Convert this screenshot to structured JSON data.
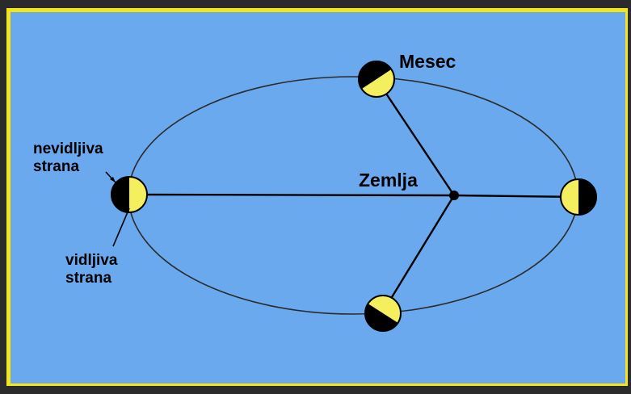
{
  "diagram": {
    "labels": {
      "moon": "Mesec",
      "earth": "Zemlja",
      "far_side_line1": "nevidljiva",
      "far_side_line2": "strana",
      "near_side_line1": "vidljiva",
      "near_side_line2": "strana"
    },
    "colors": {
      "background": "#6aa9ee",
      "frame": "#f2e51a",
      "outer": "#2b2b2b",
      "lit_half": "#f4ef5e",
      "dark_half": "#000000",
      "lines": "#000000",
      "orbit": "#2a2a2a"
    }
  }
}
